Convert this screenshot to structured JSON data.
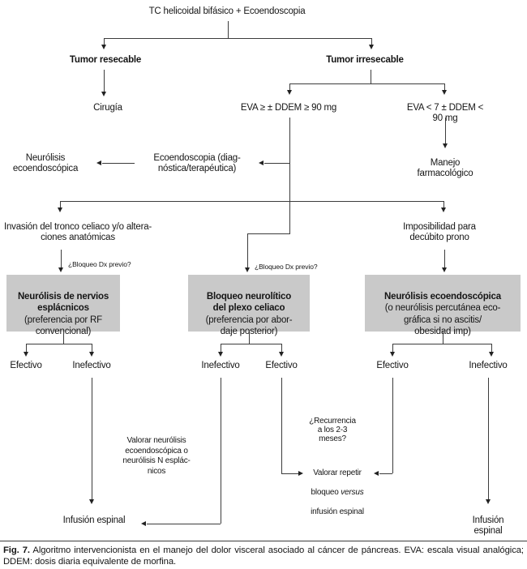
{
  "colors": {
    "box_fill": "#c9c9c9",
    "line": "#3c3c3c",
    "text": "#151515"
  },
  "nodes": {
    "root": "TC helicoidal bifásico + Ecoendoscopia",
    "tumor_resecable": "Tumor resecable",
    "tumor_irresecable": "Tumor irresecable",
    "cirugia": "Cirugía",
    "eva_alta": "EVA ≥ ± DDEM ≥ 90 mg",
    "eva_baja": "EVA < 7 ± DDEM < 90 mg",
    "neurolisis_eco": "Neurólisis\necoendoscópica",
    "ecoendoscopia": "Ecoendoscopia (diag-\nnóstica/terapéutica)",
    "manejo_farmacologico": "Manejo farmacológico",
    "invasion_tronco": "Invasión del tronco celiaco y/o altera-\nciones anatómicas",
    "imposibilidad": "Imposibilidad para\ndecúbito prono",
    "bloqueo_dx_1": "¿Bloqueo Dx previo?",
    "bloqueo_dx_2": "¿Bloqueo Dx previo?",
    "box_esplacnicos": {
      "title": "Neurólisis de nervios\nesplácnicos",
      "subtitle": "(preferencia por RF\nconvencional)"
    },
    "box_plexo": {
      "title": "Bloqueo neurolítico\ndel plexo celiaco",
      "subtitle": "(preferencia por abor-\ndaje posterior)"
    },
    "box_eco": {
      "title": "Neurólisis ecoendoscópica",
      "subtitle": "(o neurólisis percutánea eco-\ngráfica si no ascitis/\nobesidad imp)"
    },
    "outcome_1_left": "Efectivo",
    "outcome_1_right": "Inefectivo",
    "outcome_2_left": "Inefectivo",
    "outcome_2_right": "Efectivo",
    "outcome_3_left": "Efectivo",
    "outcome_3_right": "Inefectivo",
    "valorar_neurolisis": "Valorar neurólisis\necoendoscópica o\nneurólisis N esplác-\nnicos",
    "recurrencia": "¿Recurrencia\na los 2-3\nmeses?",
    "valorar_repetir": {
      "line1": "Valorar repetir",
      "line2_pre": "bloqueo ",
      "line2_italic": "versus",
      "line3": "infusión espinal"
    },
    "infusion_izq": "Infusión espinal",
    "infusion_der": "Infusión espinal"
  },
  "caption": {
    "label": "Fig. 7.",
    "text": " Algoritmo intervencionista en el manejo del dolor visceral asociado al cáncer de páncreas. EVA: escala visual analógica; DDEM: dosis diaria equivalente de morfina."
  }
}
